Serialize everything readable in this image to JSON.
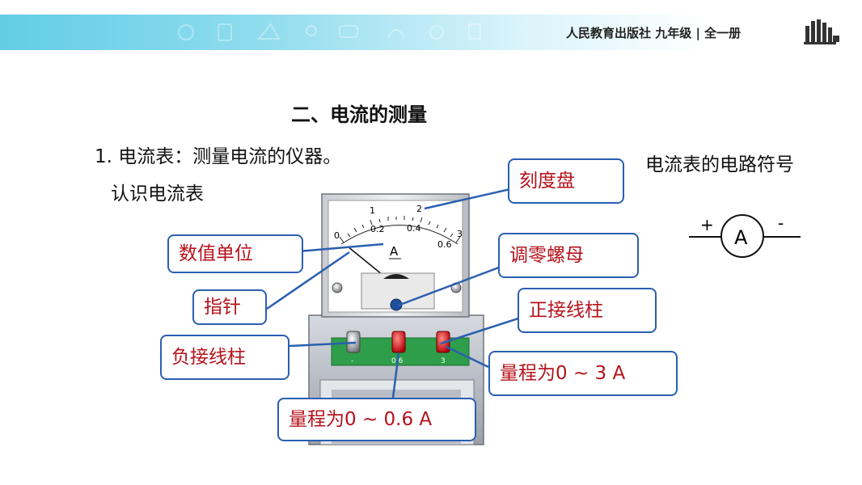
{
  "header": {
    "publisher": "人民教育出版社 九年级 | 全一册"
  },
  "title": "二、电流的测量",
  "line1": "1. 电流表：测量电流的仪器。",
  "line2": "认识电流表",
  "symbol": {
    "title": "电流表的电路符号",
    "letter": "A",
    "plus": "+",
    "minus": "-"
  },
  "meter": {
    "scale_top": [
      "1",
      "2",
      "3"
    ],
    "scale_bottom": [
      "0.2",
      "0.4",
      "0.6"
    ],
    "zero": "0",
    "unit": "A",
    "terminal_labels": [
      "-",
      "0.6",
      "3"
    ]
  },
  "callouts": {
    "dial": "刻度盘",
    "unit": "数值单位",
    "zero_knob": "调零螺母",
    "pointer": "指针",
    "positive": "正接线柱",
    "negative": "负接线柱",
    "range3": "量程为0 ~ 3  A",
    "range06": "量程为0 ~ 0.6  A"
  },
  "colors": {
    "callout_border": "#2a5fb0",
    "callout_text": "#b5121b",
    "header_band": "#63cde6"
  }
}
